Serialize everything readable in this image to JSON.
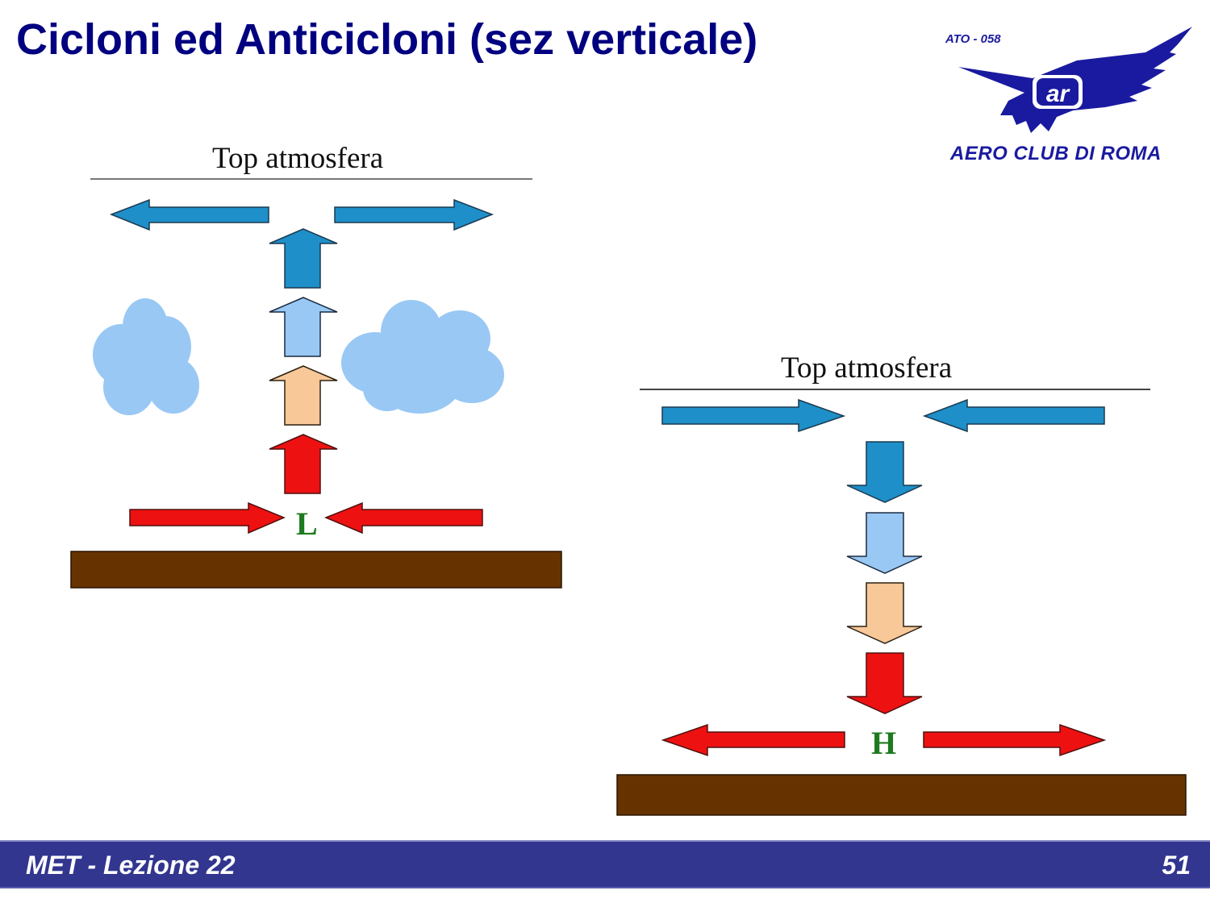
{
  "slide": {
    "title": "Cicloni ed Anticicloni (sez verticale)",
    "footer_left": "MET - Lezione 22",
    "page_number": "51"
  },
  "logo": {
    "code": "ATO - 058",
    "name": "AERO CLUB DI ROMA",
    "emblem_text": "ar",
    "color": "#1a1aa0"
  },
  "diagrams": {
    "cyclone": {
      "top_label": "Top atmosfera",
      "center_label": "L",
      "description": "Low pressure: surface convergence, rising air, clouds, upper divergence"
    },
    "anticyclone": {
      "top_label": "Top atmosfera",
      "center_label": "H",
      "description": "High pressure: upper convergence, sinking air, surface divergence"
    }
  },
  "colors": {
    "title": "#000080",
    "footer_bg": "#32368f",
    "arrow_dark_blue": "#1e8fc8",
    "arrow_light_blue": "#99c8f4",
    "arrow_peach": "#f9c899",
    "arrow_red": "#ee1111",
    "cloud": "#99c8f4",
    "ground": "#663300",
    "label_green": "#1e7a1e"
  }
}
